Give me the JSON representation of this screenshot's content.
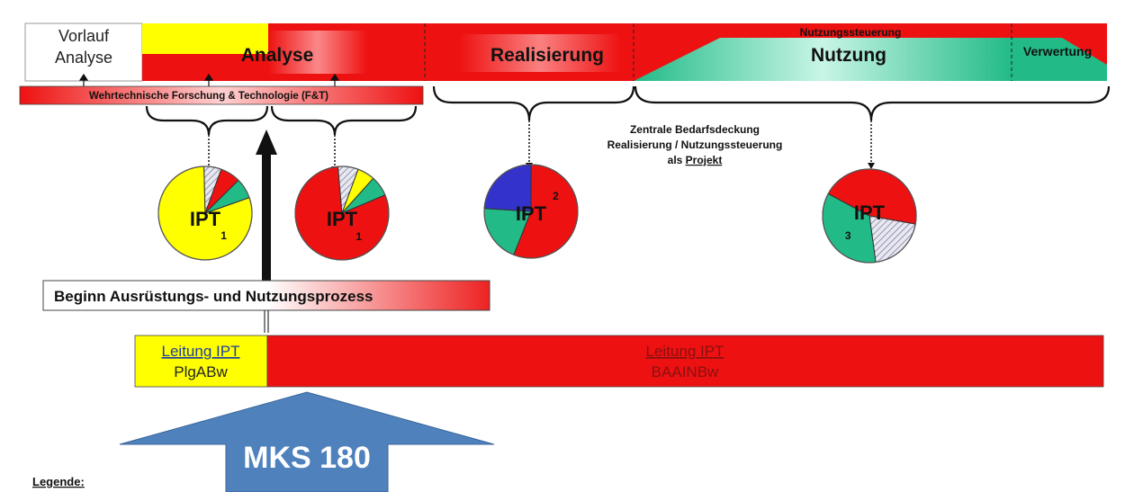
{
  "phases": {
    "vorlauf_line1": "Vorlauf",
    "vorlauf_line2": "Analyse",
    "analyse": "Analyse",
    "realisierung": "Realisierung",
    "nutzungssteuerung": "Nutzungssteuerung",
    "nutzung": "Nutzung",
    "verwertung": "Verwertung"
  },
  "ft_bar": "Wehrtechnische Forschung & Technologie (F&T)",
  "central_note": {
    "line1": "Zentrale Bedarfsdeckung",
    "line2": "Realisierung / Nutzungssteuerung",
    "line3_prefix": "als ",
    "line3_underlined": "Projekt"
  },
  "pies": [
    {
      "label": "IPT",
      "number": "1",
      "slices": [
        {
          "color": "#ffff00",
          "fraction": 0.8
        },
        {
          "color": "#dddddd",
          "pattern": "hatch",
          "fraction": 0.06
        },
        {
          "color": "#ee1111",
          "fraction": 0.07
        },
        {
          "color": "#22bb88",
          "fraction": 0.07
        }
      ]
    },
    {
      "label": "IPT",
      "number": "1",
      "slices": [
        {
          "color": "#ee1111",
          "fraction": 0.8
        },
        {
          "color": "#dddddd",
          "pattern": "hatch",
          "fraction": 0.07
        },
        {
          "color": "#ffff00",
          "fraction": 0.06
        },
        {
          "color": "#22bb88",
          "fraction": 0.07
        }
      ]
    },
    {
      "label": "IPT",
      "number": "2",
      "slices": [
        {
          "color": "#ee1111",
          "fraction": 0.56
        },
        {
          "color": "#22bb88",
          "fraction": 0.2
        },
        {
          "color": "#3333cc",
          "fraction": 0.24
        }
      ]
    },
    {
      "label": "IPT",
      "number": "3",
      "slices": [
        {
          "color": "#ee1111",
          "fraction": 0.45
        },
        {
          "color": "#dddddd",
          "pattern": "hatch",
          "fraction": 0.2
        },
        {
          "color": "#22bb88",
          "fraction": 0.35
        }
      ]
    }
  ],
  "process_start": "Beginn Ausrüstungs- und Nutzungsprozess",
  "leitung_left": {
    "title": "Leitung IPT",
    "org": "PlgABw"
  },
  "leitung_right": {
    "title": "Leitung IPT",
    "org": "BAAINBw"
  },
  "arrow_label": "MKS 180",
  "legend_title": "Legende:",
  "colors": {
    "red": "#ee1111",
    "yellow": "#ffff00",
    "green": "#22bb88",
    "blue": "#3333cc",
    "arrow_blue": "#4f81bd"
  }
}
